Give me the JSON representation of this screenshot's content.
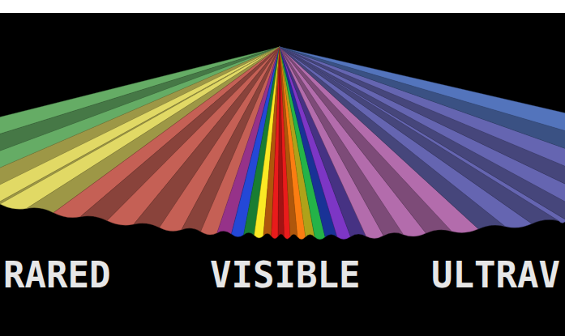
{
  "diagram": {
    "labels": [
      "RARED",
      "VISIBLE",
      "ULTRAV"
    ]
  }
}
